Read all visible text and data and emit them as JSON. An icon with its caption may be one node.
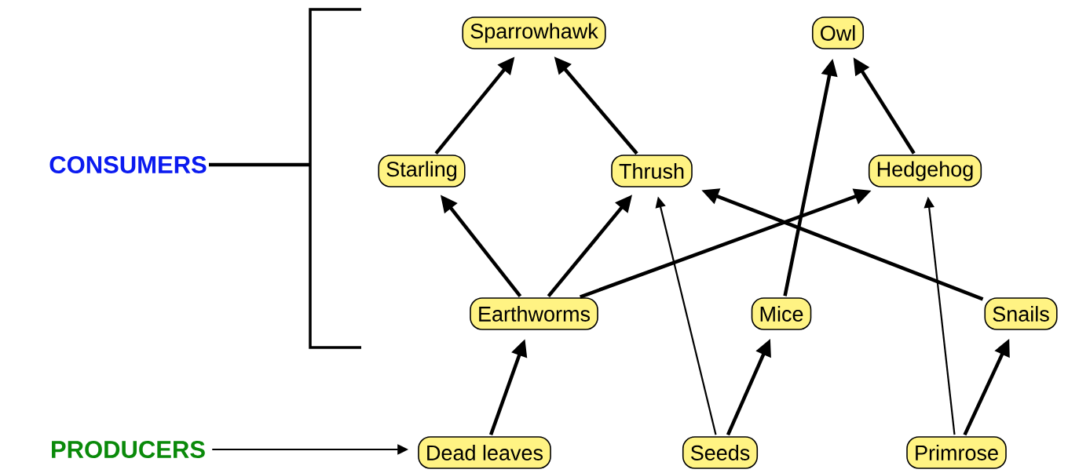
{
  "diagram": {
    "nodes": [
      {
        "text": [
          "Sparrowhawk"
        ]
      },
      {
        "text": [
          "Owl"
        ]
      },
      {
        "text": [
          "Starling"
        ]
      },
      {
        "text": [
          "Thrush"
        ]
      },
      {
        "text": [
          "Hedgehog"
        ]
      },
      {
        "text": [
          "Earthworms"
        ]
      },
      {
        "text": [
          "Mice"
        ]
      },
      {
        "text": [
          "Snails"
        ]
      },
      {
        "text": [
          "Dead leaves"
        ]
      },
      {
        "text": [
          "Seeds"
        ]
      },
      {
        "text": [
          "Primrose"
        ]
      },
      {
        "text": [
          "CONSUMERS"
        ]
      },
      {
        "text": [],
        "shape": "bracket"
      },
      {
        "text": [
          "PRODUCERS"
        ]
      }
    ],
    "edges": [
      {
        "from": 2,
        "to": 0,
        "arrow": "to"
      },
      {
        "from": 3,
        "to": 0,
        "arrow": "to"
      },
      {
        "from": 6,
        "to": 1,
        "arrow": "to"
      },
      {
        "from": 4,
        "to": 1,
        "arrow": "to"
      },
      {
        "from": 5,
        "to": 2,
        "arrow": "to"
      },
      {
        "from": 5,
        "to": 3,
        "arrow": "to"
      },
      {
        "from": 5,
        "to": 4,
        "arrow": "to"
      },
      {
        "from": 7,
        "to": 3,
        "arrow": "to"
      },
      {
        "from": 9,
        "to": 3,
        "arrow": "to"
      },
      {
        "from": 9,
        "to": 6,
        "arrow": "to"
      },
      {
        "from": 10,
        "to": 4,
        "arrow": "to"
      },
      {
        "from": 10,
        "to": 7,
        "arrow": "to"
      },
      {
        "from": 8,
        "to": 5,
        "arrow": "to"
      },
      {
        "from": 11,
        "to": 12,
        "arrow": "none"
      },
      {
        "from": 13,
        "to": 8,
        "arrow": "to"
      }
    ]
  }
}
